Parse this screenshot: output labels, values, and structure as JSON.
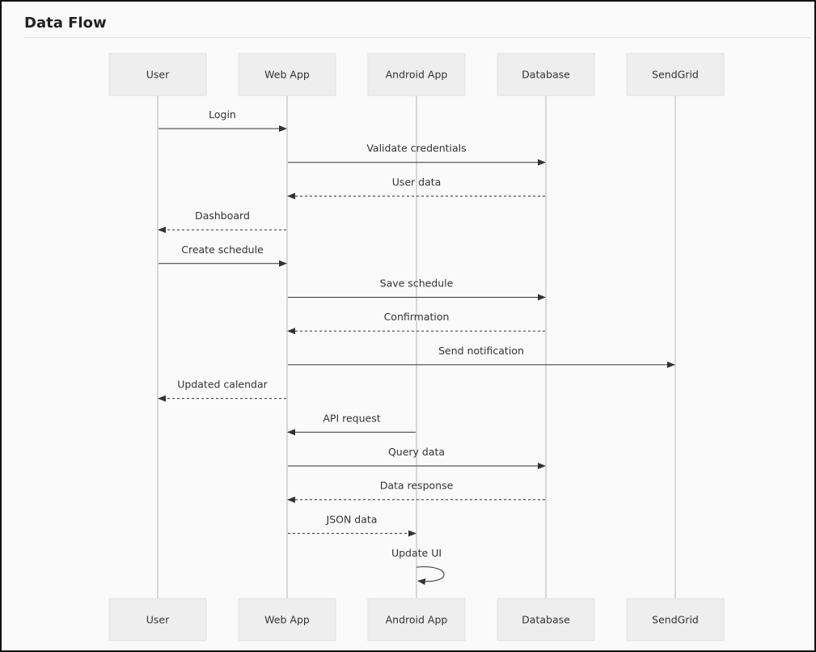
{
  "page": {
    "title": "Data Flow"
  },
  "participants": [
    "User",
    "Web App",
    "Android App",
    "Database",
    "SendGrid"
  ],
  "messages": [
    {
      "from": 0,
      "to": 1,
      "label": "Login",
      "style": "solid"
    },
    {
      "from": 1,
      "to": 3,
      "label": "Validate credentials",
      "style": "solid"
    },
    {
      "from": 3,
      "to": 1,
      "label": "User data",
      "style": "dotted"
    },
    {
      "from": 1,
      "to": 0,
      "label": "Dashboard",
      "style": "dotted"
    },
    {
      "from": 0,
      "to": 1,
      "label": "Create schedule",
      "style": "solid"
    },
    {
      "from": 1,
      "to": 3,
      "label": "Save schedule",
      "style": "solid"
    },
    {
      "from": 3,
      "to": 1,
      "label": "Confirmation",
      "style": "dotted"
    },
    {
      "from": 1,
      "to": 4,
      "label": "Send notification",
      "style": "solid"
    },
    {
      "from": 1,
      "to": 0,
      "label": "Updated calendar",
      "style": "dotted"
    },
    {
      "from": 2,
      "to": 1,
      "label": "API request",
      "style": "solid"
    },
    {
      "from": 1,
      "to": 3,
      "label": "Query data",
      "style": "solid"
    },
    {
      "from": 3,
      "to": 1,
      "label": "Data response",
      "style": "dotted"
    },
    {
      "from": 1,
      "to": 2,
      "label": "JSON data",
      "style": "dotted"
    },
    {
      "from": 2,
      "to": 2,
      "label": "Update UI",
      "style": "solid"
    }
  ]
}
